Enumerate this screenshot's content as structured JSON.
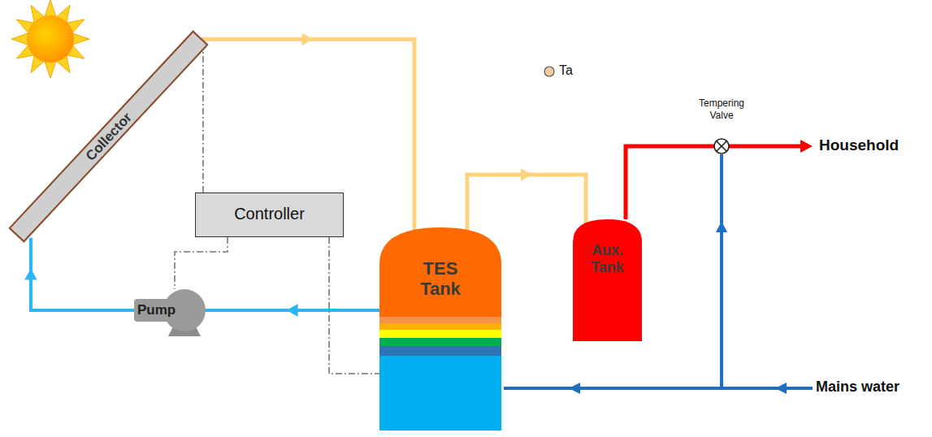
{
  "diagram": {
    "nodes": [
      {
        "text": [
          "Collector"
        ]
      },
      {
        "text": [
          "Controller"
        ]
      },
      {
        "text": [
          "TES Tank"
        ]
      },
      {
        "text": [
          "Aux. Tank"
        ]
      },
      {
        "text": [
          "Pump"
        ]
      }
    ],
    "edges": [
      {
        "from": 0,
        "to": 2,
        "arrow": "to"
      },
      {
        "from": 2,
        "to": 3,
        "arrow": "to"
      },
      {
        "from": 2,
        "to": 4,
        "arrow": "to"
      },
      {
        "from": 4,
        "to": 0,
        "arrow": "to"
      },
      {
        "from": 1,
        "to": 0,
        "arrow": "none"
      },
      {
        "from": 1,
        "to": 4,
        "arrow": "none"
      },
      {
        "from": 1,
        "to": 2,
        "arrow": "none"
      }
    ],
    "labels": [
      "Ta",
      "Tempering Valve",
      "Household",
      "Mains water"
    ]
  }
}
